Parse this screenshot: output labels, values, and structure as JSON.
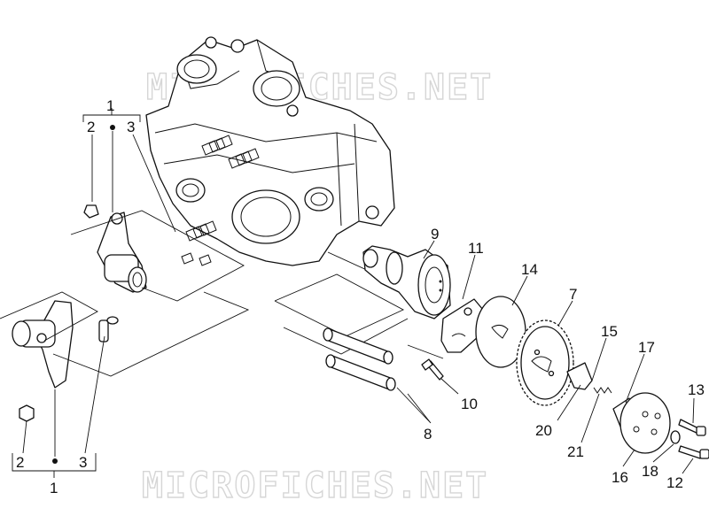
{
  "watermark": "MICROFICHES.NET",
  "group_label_top": "1",
  "group_label_bottom": "1",
  "callouts": {
    "c2_top": "2",
    "c3_top": "3",
    "c2_bot": "2",
    "c3_bot": "3",
    "c9": "9",
    "c11": "11",
    "c14": "14",
    "c7": "7",
    "c15": "15",
    "c17": "17",
    "c13": "13",
    "c10": "10",
    "c8": "8",
    "c20": "20",
    "c21": "21",
    "c16": "16",
    "c18": "18",
    "c12": "12"
  }
}
